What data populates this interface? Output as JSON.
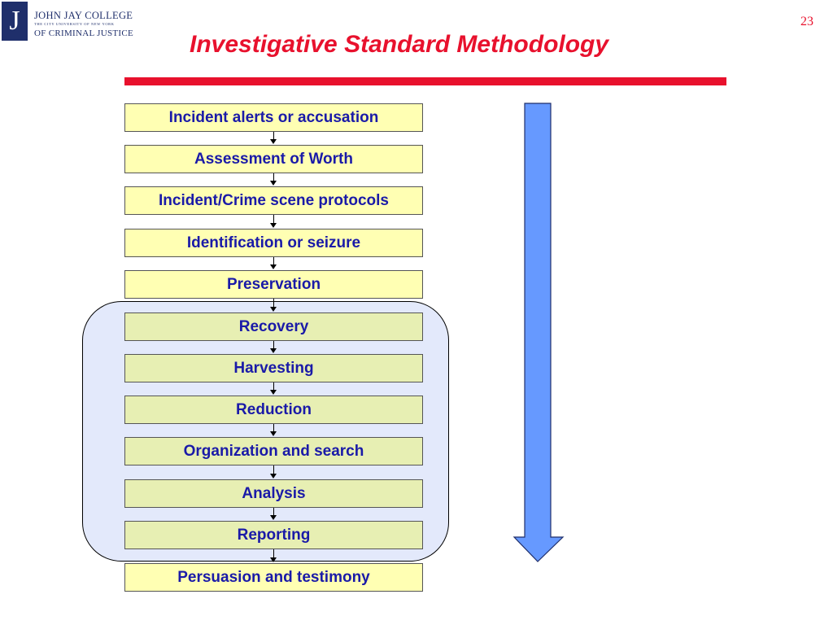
{
  "logo": {
    "letter": "J",
    "line1": "JOHN JAY COLLEGE",
    "line2": "THE CITY UNIVERSITY OF NEW YORK",
    "line3": "OF CRIMINAL JUSTICE"
  },
  "slide_number": "23",
  "title": "Investigative Standard Methodology",
  "steps": [
    "Incident alerts or accusation",
    "Assessment of Worth",
    "Incident/Crime scene protocols",
    "Identification or seizure",
    "Preservation",
    "Recovery",
    "Harvesting",
    "Reduction",
    "Organization and search",
    "Analysis",
    "Reporting",
    "Persuasion and testimony"
  ],
  "colors": {
    "accent_red": "#e8112d",
    "step_text": "#1a1aa8",
    "step_fill": "#ffffb3",
    "grouped_step_fill": "#e7efb3",
    "group_fill": "#e3e9fb",
    "arrow_fill": "#6699ff"
  }
}
